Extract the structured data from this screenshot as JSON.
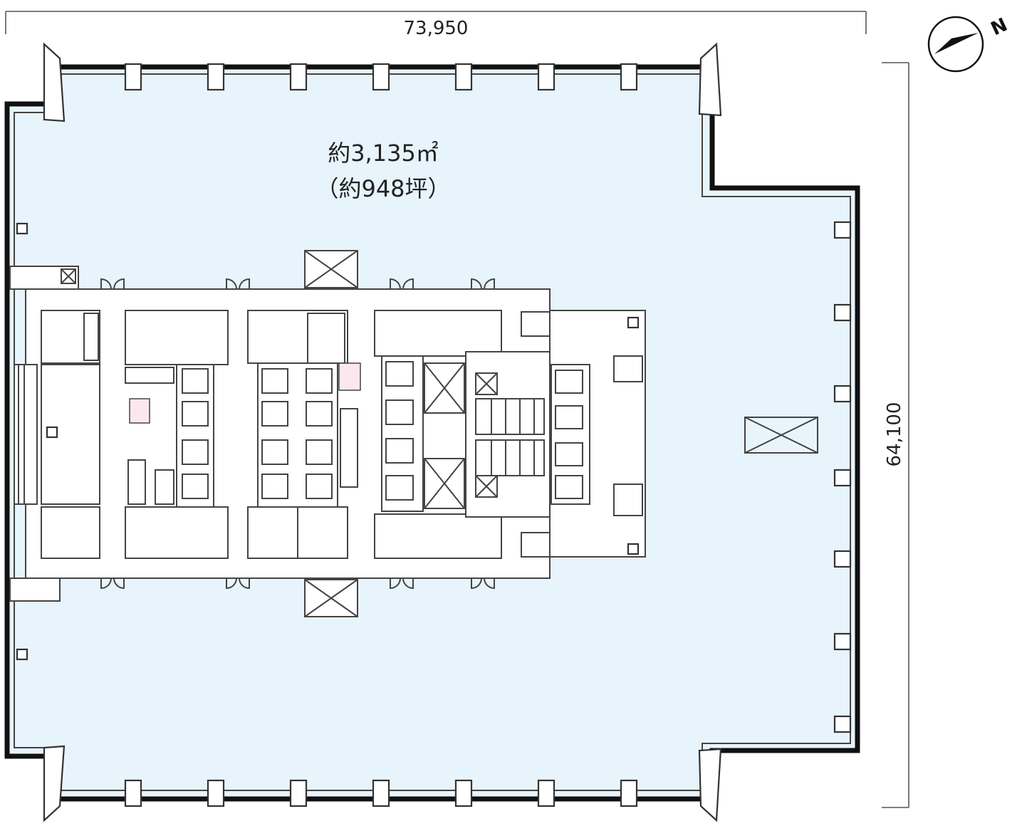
{
  "dimensions": {
    "width": "73,950",
    "depth": "64,100"
  },
  "floor_area": {
    "sqm": "約3,135㎡",
    "tsubo": "（約948坪）"
  },
  "north_label": "N",
  "colors": {
    "floor_fill": "#e8f4fc",
    "core_fill": "#ffffff",
    "wall": "#111111",
    "line": "#555555"
  }
}
